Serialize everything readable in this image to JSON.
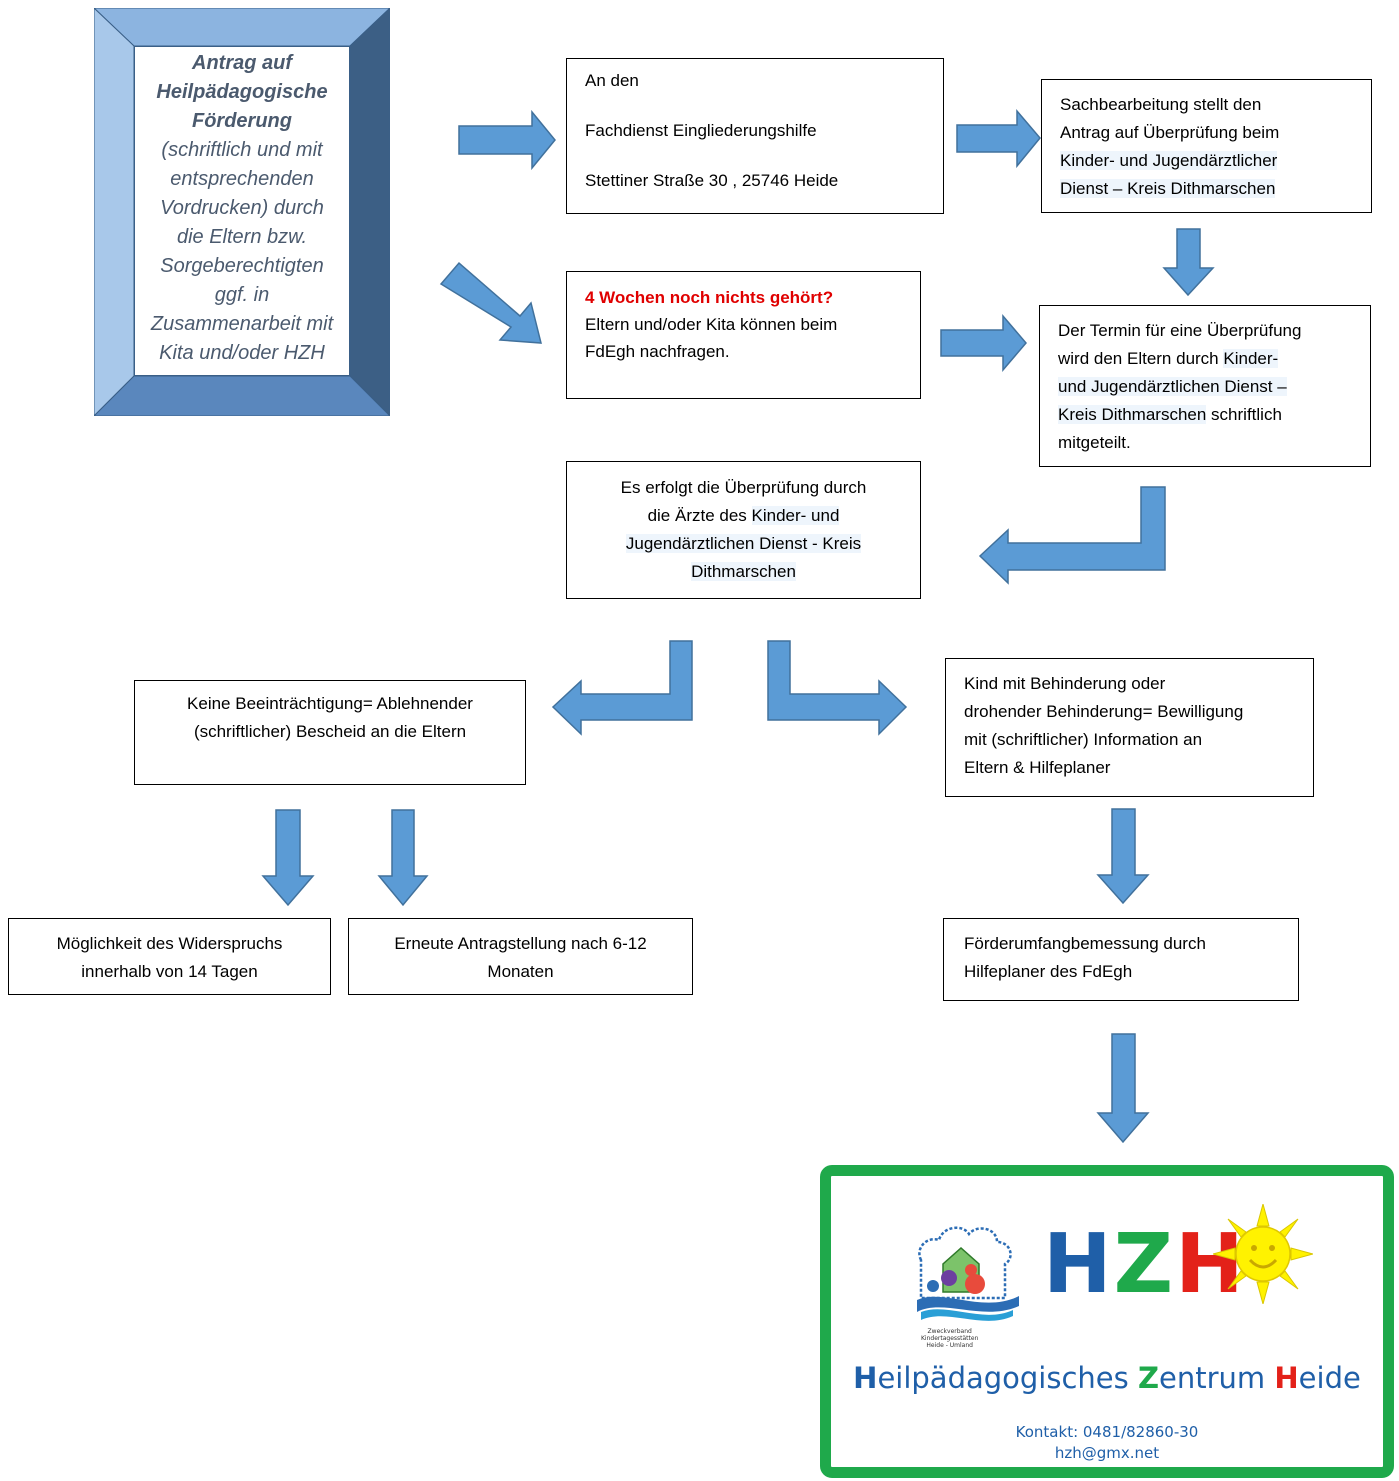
{
  "start": {
    "line1": "Antrag auf",
    "line2": "Heilpädagogische",
    "line3": "Förderung",
    "line4": "(schriftlich und mit",
    "line5": "entsprechenden",
    "line6": "Vordrucken) durch",
    "line7": "die Eltern bzw.",
    "line8": "Sorgeberechtigten",
    "line9": "ggf. in",
    "line10": "Zusammenarbeit mit",
    "line11": "Kita und/oder HZH"
  },
  "address": {
    "line1": "An den",
    "line2": "Fachdienst Eingliederungshilfe",
    "line3": "Stettiner Straße 30 , 25746 Heide"
  },
  "sachbearbeitung": {
    "line1": "Sachbearbeitung stellt den",
    "line2": "Antrag auf Überprüfung beim",
    "line3": "Kinder- und Jugendärztlicher",
    "line4": "Dienst – Kreis Dithmarschen"
  },
  "wochen": {
    "heading": "4 Wochen noch nichts gehört?",
    "line1": "Eltern und/oder Kita können beim",
    "line2": "FdEgh nachfragen."
  },
  "termin": {
    "line1": "Der Termin für eine Überprüfung",
    "line2a": "wird den Eltern durch ",
    "line2b": "Kinder-",
    "line3": "und Jugendärztlichen Dienst –",
    "line4a": "Kreis Dithmarschen",
    "line4b": " schriftlich",
    "line5": "mitgeteilt."
  },
  "pruefung": {
    "line1": "Es erfolgt die Überprüfung durch",
    "line2a": "die Ärzte des  ",
    "line2b": "Kinder- und",
    "line3": "Jugendärztlichen Dienst - Kreis",
    "line4": "Dithmarschen"
  },
  "keine": {
    "line1": "Keine Beeinträchtigung= Ablehnender",
    "line2": "(schriftlicher) Bescheid an die Eltern"
  },
  "kind": {
    "line1": "Kind mit Behinderung oder",
    "line2": "drohender Behinderung= Bewilligung",
    "line3": "mit (schriftlicher) Information an",
    "line4": "Eltern & Hilfeplaner"
  },
  "widerspruch": {
    "line1": "Möglichkeit des Widerspruchs",
    "line2": "innerhalb von 14 Tagen"
  },
  "erneut": {
    "line1": "Erneute Antragstellung nach 6-12",
    "line2": "Monaten"
  },
  "foerder": {
    "line1": "Förderumfangbemessung durch",
    "line2": "Hilfeplaner des FdEgh"
  },
  "logo": {
    "letter_h": "H",
    "letter_z": "Z",
    "letter_h2": "H",
    "name_h": "H",
    "name_part1": "eilpädagogisches ",
    "name_z": "Z",
    "name_part2": "entrum ",
    "name_h2": "H",
    "name_part3": "eide",
    "contact": "Kontakt: 0481/82860-30",
    "email": "hzh@gmx.net",
    "zv_line1": "Zweckverband",
    "zv_line2": "Kindertagesstätten",
    "zv_line3": "Heide - Umland",
    "colors": {
      "blue": "#1f5fa8",
      "green": "#1fa94b",
      "red": "#e32119",
      "arrow": "#5b9bd5",
      "frame": "#1fa94b"
    }
  }
}
